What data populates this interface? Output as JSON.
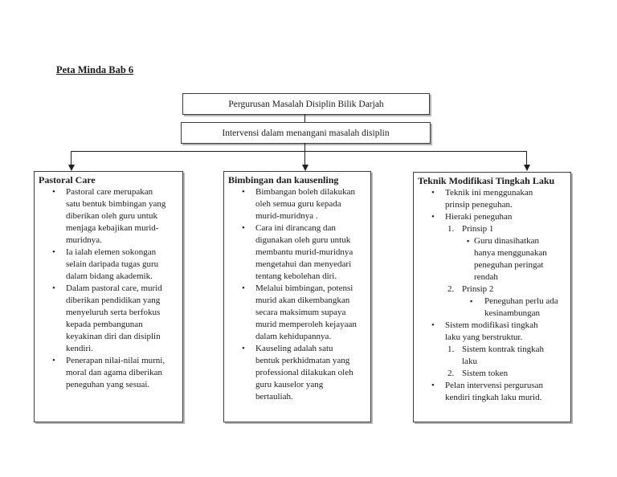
{
  "page": {
    "title": "Peta Minda Bab 6"
  },
  "markers": {
    "bullet": "•",
    "square": "▪",
    "num_1": "1.",
    "num_2": "2."
  },
  "flowchart": {
    "root_box": "Pergurusan Masalah Disiplin Bilik Darjah",
    "intervention_box": "Intervensi dalam menangani masalah disiplin"
  },
  "branches": {
    "pastoral_care": {
      "title": "Pastoral Care",
      "bullets": [
        "Pastoral care merupakan\nsatu bentuk bimbingan yang\ndiberikan oleh guru untuk\nmenjaga kebajikan murid-\nmuridnya.",
        "Ia ialah elemen sokongan\nselain daripada tugas guru\ndalam bidang akademik.",
        "Dalam pastoral care, murid\ndiberikan pendidikan yang\nmenyeluruh serta berfokus\nkepada pembangunan\nkeyakinan diri dan disiplin\nkendiri.",
        "Penerapan nilai-nilai murni,\nmoral dan agama diberikan\npeneguhan yang sesuai."
      ]
    },
    "bimbingan": {
      "title": "Bimbingan dan kausenling",
      "bullets": [
        "Bimbangan boleh dilakukan\noleh semua guru kepada\nmurid-muridnya .",
        "Cara ini dirancang dan\ndigunakan oleh guru untuk\nmembantu murid-muridnya\nmengetahui dan menyedari\ntentang kebolehan diri.",
        "Melalui bimbingan, potensi\nmurid akan dikembangkan\nsecara maksimum supaya\nmurid memperoleh kejayaan\ndalam kehidupannya.",
        "Kauseling adalah satu\nbentuk perkhidmatan yang\nprofessional dilakukan oleh\nguru kauselor yang\nbertauliah."
      ]
    },
    "teknik": {
      "title": "Teknik Modifikasi Tingkah Laku",
      "bullet_1": "Teknik ini menggunakan\nprinsip peneguhan.",
      "bullet_2": "Hieraki peneguhan",
      "num_item_1": "Prinsip 1",
      "square_item_1": "Guru dinasihatkan\nhanya menggunakan\npeneguhan peringat\nrendah",
      "num_item_2": "Prinsip 2",
      "square_item_2": "Peneguhan perlu ada\nkesinambungan",
      "bullet_3": "Sistem modifikasi tingkah\nlaku yang berstruktur.",
      "num_item_3": "Sistem kontrak tingkah\nlaku",
      "num_item_4": "Sistem token",
      "bullet_4": "Pelan intervensi pergurusan\nkendiri tingkah laku murid."
    }
  }
}
